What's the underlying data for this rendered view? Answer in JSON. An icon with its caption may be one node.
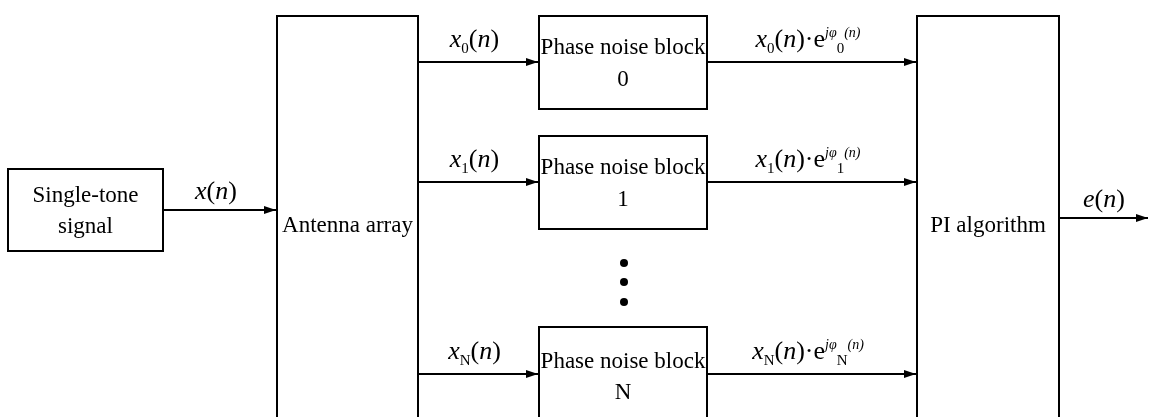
{
  "diagram": {
    "nodes": [
      {
        "text": [
          "Single-tone signal"
        ]
      },
      {
        "text": [
          "Antenna array"
        ]
      },
      {
        "text": [
          "Phase noise block 0"
        ]
      },
      {
        "text": [
          "Phase noise block 1"
        ]
      },
      {
        "text": [
          "Phase noise block N"
        ]
      },
      {
        "text": [
          "PI algorithm"
        ]
      }
    ],
    "edges": [
      {
        "from": 0,
        "to": 1,
        "arrow": "to",
        "label": "*x*(*n*)"
      },
      {
        "from": 1,
        "to": 2,
        "arrow": "to",
        "label": "*x*$_{0}$(*n*)"
      },
      {
        "from": 1,
        "to": 3,
        "arrow": "to",
        "label": "*x*$_{1}$(*n*)"
      },
      {
        "from": 1,
        "to": 4,
        "arrow": "to",
        "label": "*x*$_{N}$(*n*)"
      },
      {
        "from": 2,
        "to": 5,
        "arrow": "to",
        "label": "*x*$_{0}$(*n*)·e$^{jφ}$$_{0}$$^{(n)}$"
      },
      {
        "from": 3,
        "to": 5,
        "arrow": "to",
        "label": "*x*$_{1}$(*n*)·e$^{jφ}$$_{1}$$^{(n)}$"
      },
      {
        "from": 4,
        "to": 5,
        "arrow": "to",
        "label": "*x*$_{N}$(*n*)·e$^{jφ}$$_{N}$$^{(n)}$"
      },
      {
        "from": 5,
        "to": null,
        "arrow": "to",
        "label": "*e*(*n*)"
      }
    ]
  }
}
